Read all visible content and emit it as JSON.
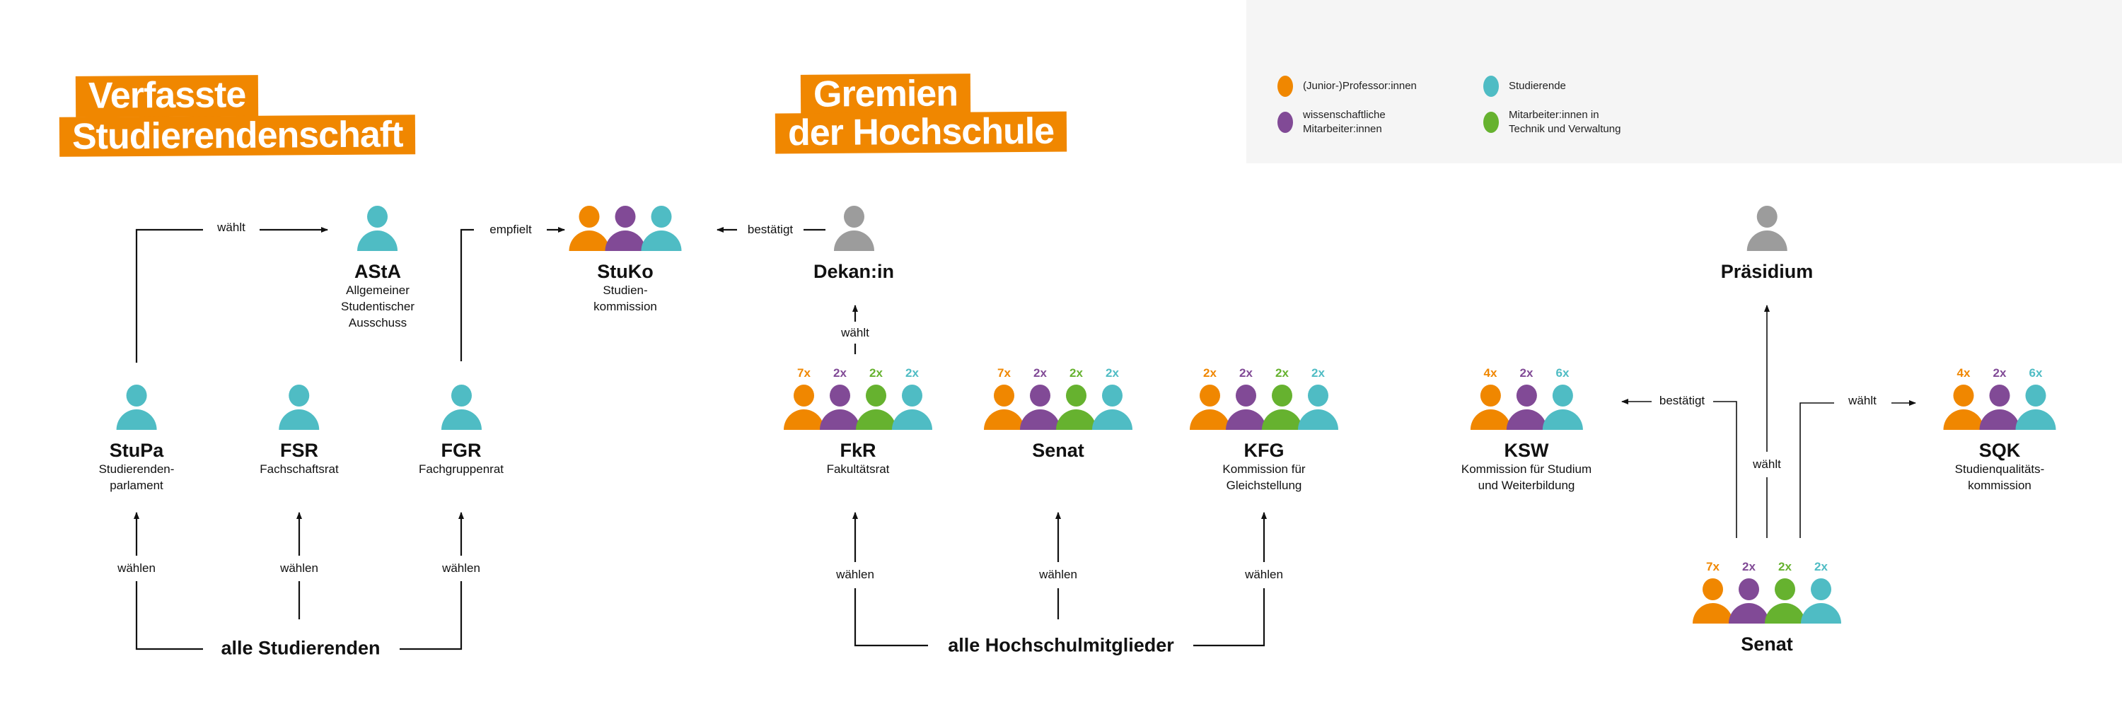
{
  "titles": {
    "left": [
      "Verfasste",
      "Studierendenschaft"
    ],
    "right": [
      "Gremien",
      "der Hochschule"
    ]
  },
  "colors": {
    "professors": "#f08700",
    "research_staff": "#814a96",
    "tech_admin_staff": "#66b22f",
    "students": "#4fbcc4",
    "neutral": "#9c9c9c",
    "title_bg": "#f08700",
    "legend_bg": "#f5f5f5"
  },
  "legend": [
    {
      "label": "(Junior-)Professor:innen",
      "role": "professors"
    },
    {
      "label": "wissenschaftliche\nMitarbeiter:innen",
      "role": "research_staff"
    },
    {
      "label": "Studierende",
      "role": "students"
    },
    {
      "label": "Mitarbeiter:innen in\nTechnik und Verwaltung",
      "role": "tech_admin_staff"
    }
  ],
  "nodes": {
    "asta": {
      "name": "AStA",
      "desc": "Allgemeiner\nStudentischer\nAusschuss",
      "members": [
        {
          "role": "students"
        }
      ]
    },
    "stuko": {
      "name": "StuKo",
      "desc": "Studien-\nkommission",
      "members": [
        {
          "role": "professors"
        },
        {
          "role": "research_staff"
        },
        {
          "role": "students"
        }
      ]
    },
    "dekan": {
      "name": "Dekan:in",
      "desc": "",
      "members": [
        {
          "role": "neutral"
        }
      ]
    },
    "stupa": {
      "name": "StuPa",
      "desc": "Studierenden-\nparlament",
      "members": [
        {
          "role": "students"
        }
      ]
    },
    "fsr": {
      "name": "FSR",
      "desc": "Fachschaftsrat",
      "members": [
        {
          "role": "students"
        }
      ]
    },
    "fgr": {
      "name": "FGR",
      "desc": "Fachgruppenrat",
      "members": [
        {
          "role": "students"
        }
      ]
    },
    "fkr": {
      "name": "FkR",
      "desc": "Fakultätsrat",
      "members": [
        {
          "role": "professors",
          "count": "7x"
        },
        {
          "role": "research_staff",
          "count": "2x"
        },
        {
          "role": "tech_admin_staff",
          "count": "2x"
        },
        {
          "role": "students",
          "count": "2x"
        }
      ]
    },
    "senat_mid": {
      "name": "Senat",
      "desc": "",
      "members": [
        {
          "role": "professors",
          "count": "7x"
        },
        {
          "role": "research_staff",
          "count": "2x"
        },
        {
          "role": "tech_admin_staff",
          "count": "2x"
        },
        {
          "role": "students",
          "count": "2x"
        }
      ]
    },
    "kfg": {
      "name": "KFG",
      "desc": "Kommission für\nGleichstellung",
      "members": [
        {
          "role": "professors",
          "count": "2x"
        },
        {
          "role": "research_staff",
          "count": "2x"
        },
        {
          "role": "tech_admin_staff",
          "count": "2x"
        },
        {
          "role": "students",
          "count": "2x"
        }
      ]
    },
    "ksw": {
      "name": "KSW",
      "desc": "Kommission für Studium\nund Weiterbildung",
      "members": [
        {
          "role": "professors",
          "count": "4x"
        },
        {
          "role": "research_staff",
          "count": "2x"
        },
        {
          "role": "students",
          "count": "6x"
        }
      ]
    },
    "praesidium": {
      "name": "Präsidium",
      "desc": "",
      "members": [
        {
          "role": "neutral"
        }
      ]
    },
    "sqk": {
      "name": "SQK",
      "desc": "Studienqualitäts-\nkommission",
      "members": [
        {
          "role": "professors",
          "count": "4x"
        },
        {
          "role": "research_staff",
          "count": "2x"
        },
        {
          "role": "students",
          "count": "6x"
        }
      ]
    },
    "senat_right": {
      "name": "Senat",
      "desc": "",
      "members": [
        {
          "role": "professors",
          "count": "7x"
        },
        {
          "role": "research_staff",
          "count": "2x"
        },
        {
          "role": "tech_admin_staff",
          "count": "2x"
        },
        {
          "role": "students",
          "count": "2x"
        }
      ]
    }
  },
  "edges": {
    "stupa_asta": "wählt",
    "fgr_stuko": "empfielt",
    "dekan_stuko": "bestätigt",
    "fkr_dekan": "wählt",
    "students_stupa": "wählen",
    "students_fsr": "wählen",
    "students_fgr": "wählen",
    "members_fkr": "wählen",
    "members_senat": "wählen",
    "members_kfg": "wählen",
    "senat_ksw": "bestätigt",
    "senat_praesidium": "wählt",
    "senat_sqk": "wählt"
  },
  "electorates": {
    "students": "alle Studierenden",
    "members": "alle Hochschulmitglieder"
  }
}
